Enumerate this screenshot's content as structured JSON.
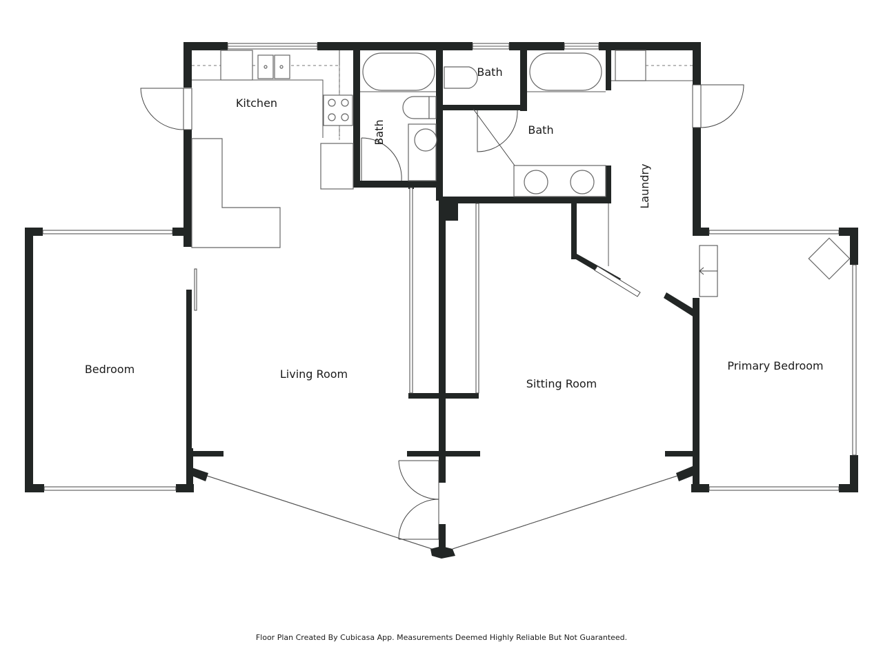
{
  "floor_plan": {
    "rooms": [
      {
        "id": "kitchen",
        "label": "Kitchen"
      },
      {
        "id": "bath-1",
        "label": "Bath"
      },
      {
        "id": "bath-2",
        "label": "Bath"
      },
      {
        "id": "bath-3",
        "label": "Bath"
      },
      {
        "id": "laundry",
        "label": "Laundry"
      },
      {
        "id": "bedroom",
        "label": "Bedroom"
      },
      {
        "id": "living-room",
        "label": "Living Room"
      },
      {
        "id": "sitting-room",
        "label": "Sitting Room"
      },
      {
        "id": "primary-bedroom",
        "label": "Primary Bedroom"
      }
    ],
    "colors": {
      "wall": "#222625",
      "background": "#ffffff",
      "fixture_line": "#666666"
    }
  },
  "footer": {
    "disclaimer": "Floor Plan Created By Cubicasa App. Measurements Deemed Highly Reliable But Not Guaranteed."
  }
}
